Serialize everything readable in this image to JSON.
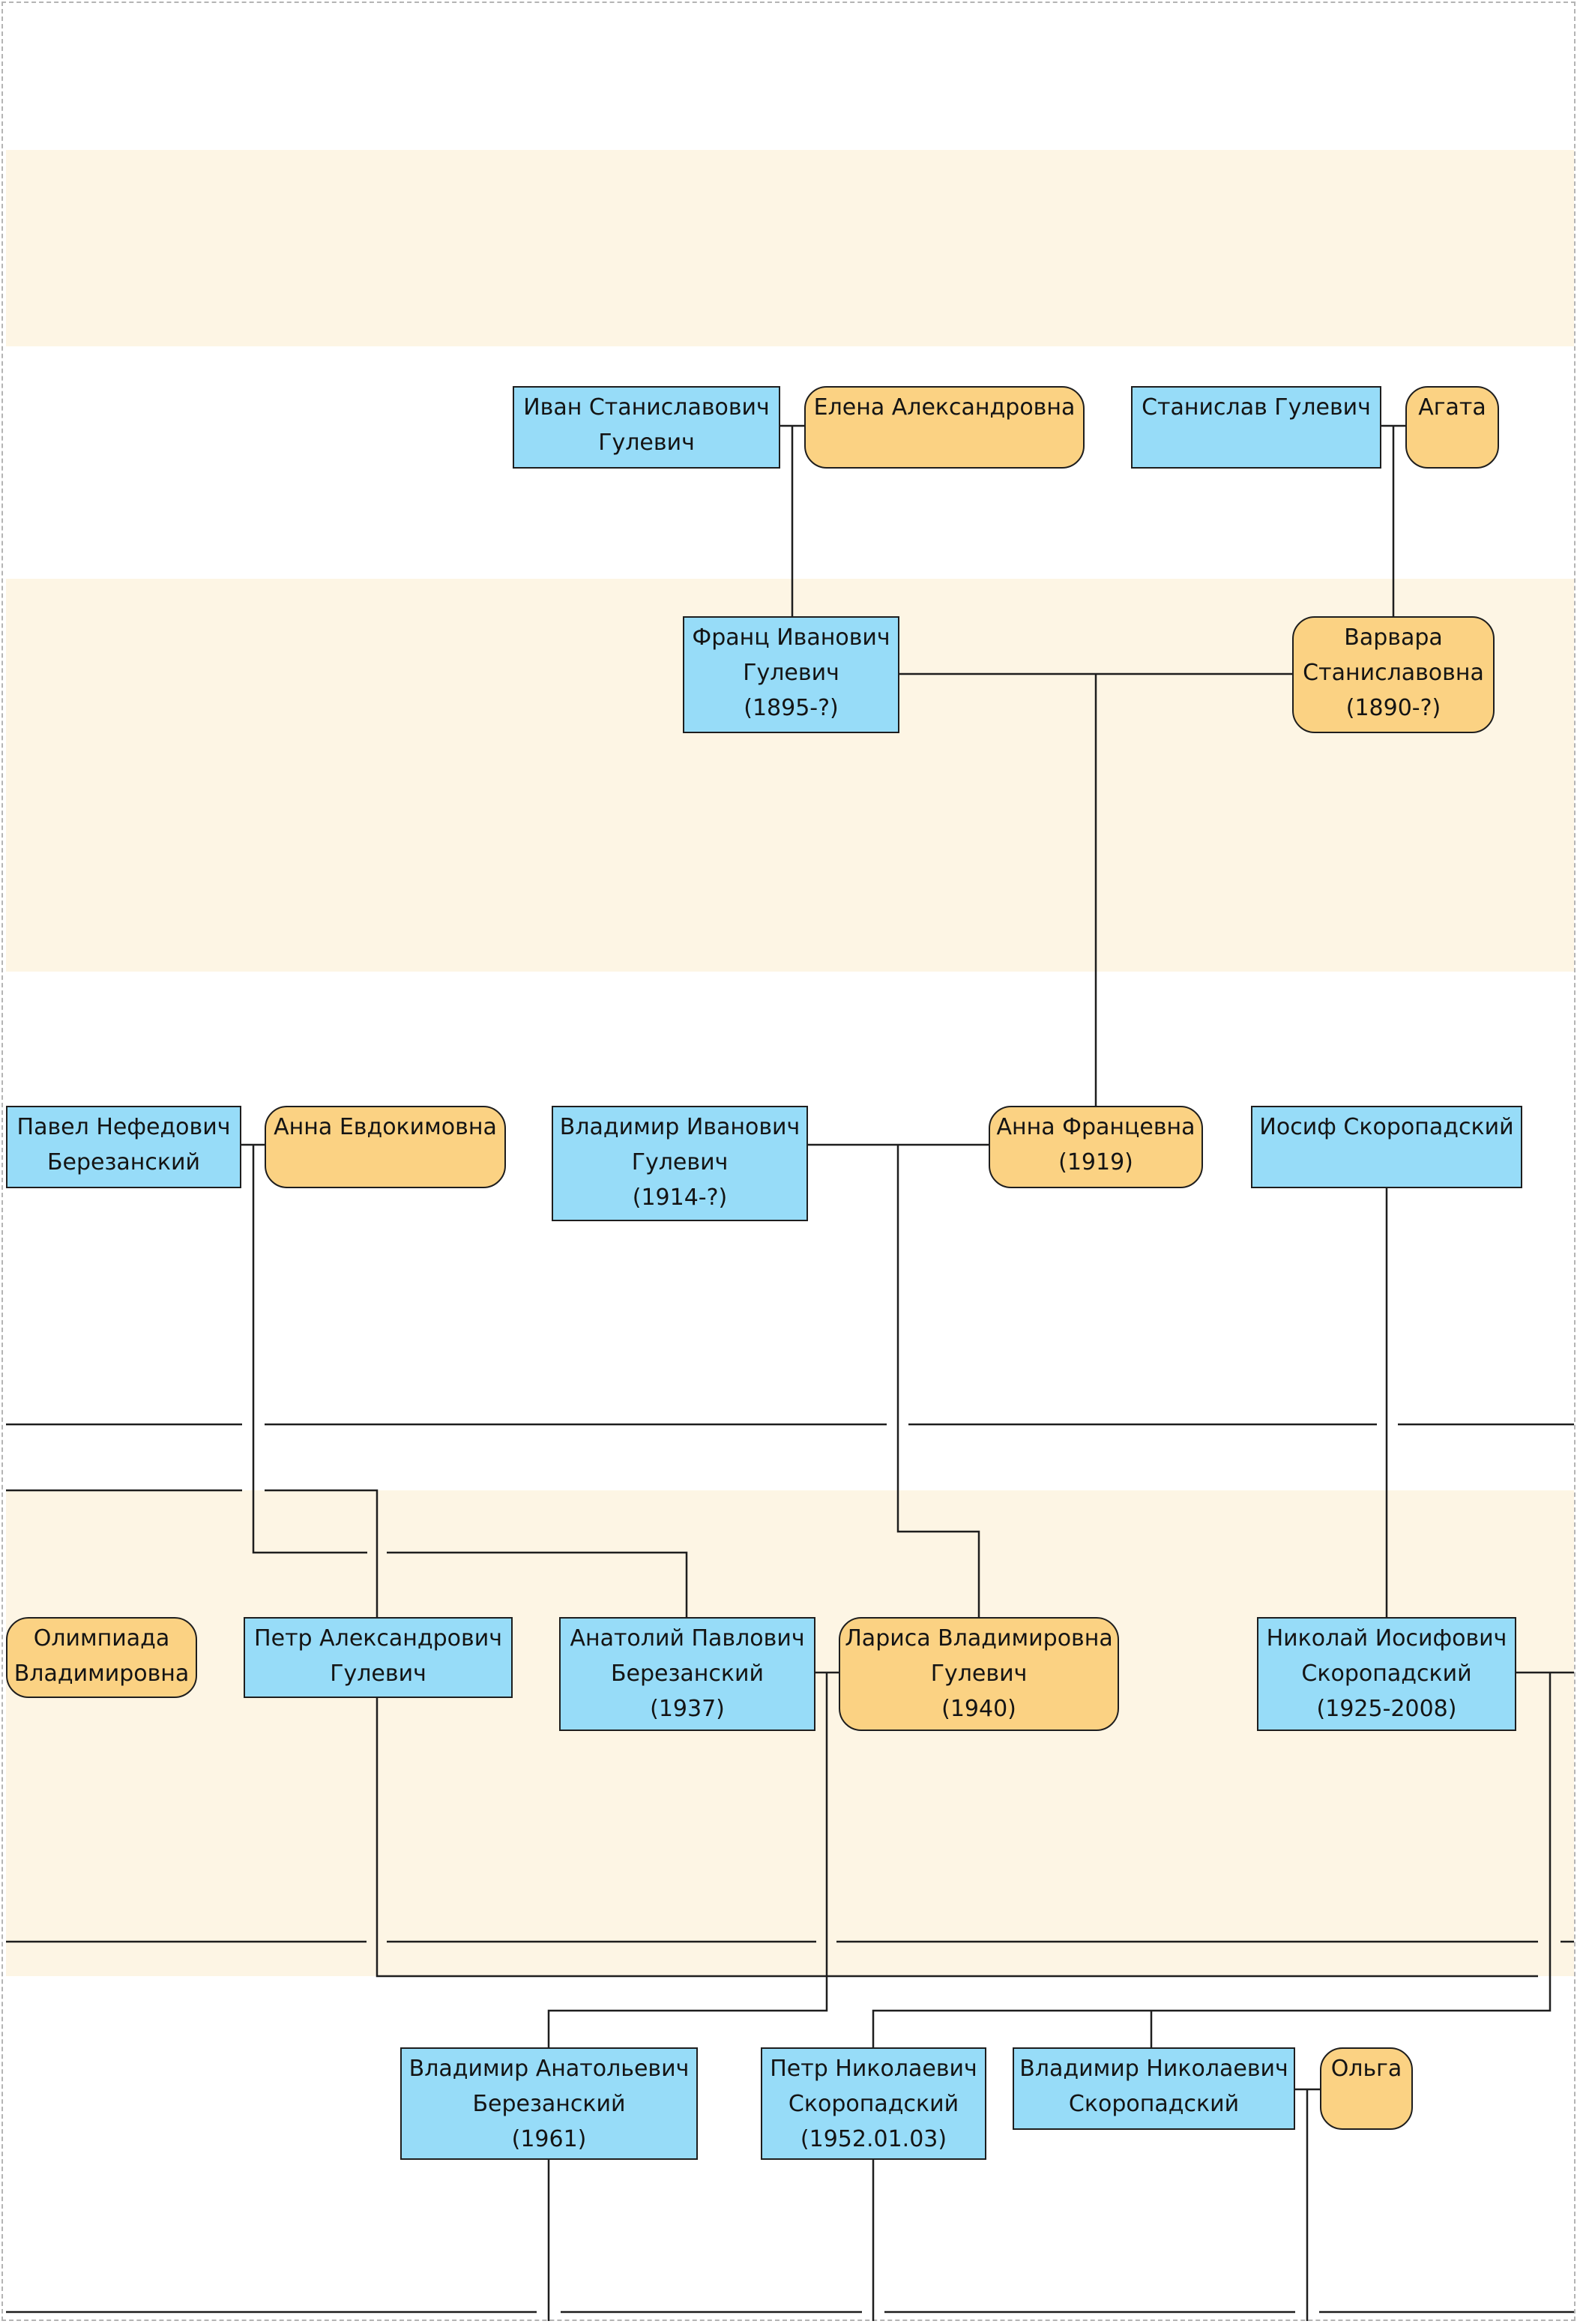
{
  "colors": {
    "male_fill": "#97dcf8",
    "female_fill": "#fbd283",
    "generation_band": "#fdf5e4",
    "line": "#1e1e1e",
    "frame": "#b4b4b4"
  },
  "people": {
    "ivan": "Иван Станиславович\nГулевич",
    "elena": "Елена Александровна",
    "stanislav": "Станислав Гулевич",
    "agata": "Агата",
    "franc": "Франц Иванович\nГулевич\n(1895-?)",
    "varvara": "Варвара\nСтаниславовна\n(1890-?)",
    "pavel": "Павел Нефедович\nБерезанский",
    "anna_evd": "Анна Евдокимовна",
    "vladimir_iv": "Владимир Иванович\nГулевич\n(1914-?)",
    "anna_fr": "Анна Францевна\n(1919)",
    "iosif": "Иосиф Скоропадский",
    "olimpiada": "Олимпиада\nВладимировна",
    "petr_al": "Петр Александрович\nГулевич",
    "anatoly": "Анатолий Павлович\nБерезанский\n(1937)",
    "larisa": "Лариса Владимировна\nГулевич\n(1940)",
    "nikolai": "Николай Иосифович\nСкоропадский\n(1925-2008)",
    "vladimir_an": "Владимир Анатольевич\nБерезанский\n(1961)",
    "petr_nik": "Петр Николаевич\nСкоропадский\n(1952.01.03)",
    "vladimir_nik": "Владимир Николаевич\nСкоропадский",
    "olga": "Ольга"
  }
}
